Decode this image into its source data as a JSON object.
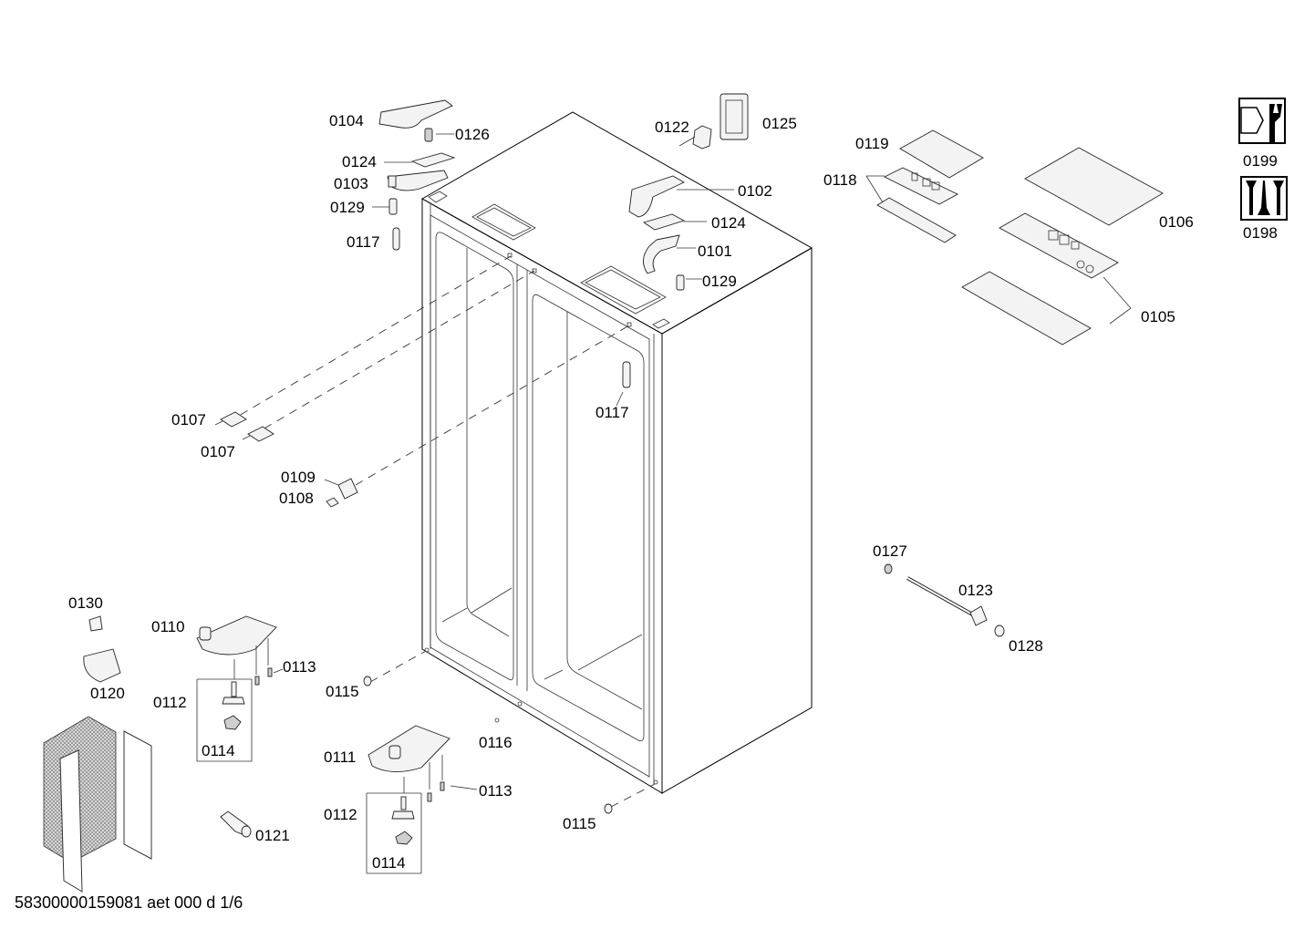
{
  "document": {
    "type": "exploded parts diagram",
    "subject": "side-by-side refrigerator cabinet",
    "footer": "58300000159081 aet 000 d 1/6"
  },
  "labels": {
    "p0104": "0104",
    "p0126": "0126",
    "p0124a": "0124",
    "p0103": "0103",
    "p0129a": "0129",
    "p0117a": "0117",
    "p0122": "0122",
    "p0125": "0125",
    "p0102": "0102",
    "p0124b": "0124",
    "p0101": "0101",
    "p0129b": "0129",
    "p0117b": "0117",
    "p0119": "0119",
    "p0118": "0118",
    "p0106": "0106",
    "p0105": "0105",
    "p0199": "0199",
    "p0198": "0198",
    "p0107a": "0107",
    "p0107b": "0107",
    "p0109": "0109",
    "p0108": "0108",
    "p0127": "0127",
    "p0123": "0123",
    "p0128": "0128",
    "p0130": "0130",
    "p0110": "0110",
    "p0120": "0120",
    "p0113a": "0113",
    "p0112a": "0112",
    "p0114a": "0114",
    "p0115a": "0115",
    "p0116": "0116",
    "p0111": "0111",
    "p0113b": "0113",
    "p0112b": "0112",
    "p0114b": "0114",
    "p0115b": "0115",
    "p0121": "0121"
  },
  "icons": {
    "tools": "wrench-and-nut-icon",
    "screws": "screws-icon"
  }
}
